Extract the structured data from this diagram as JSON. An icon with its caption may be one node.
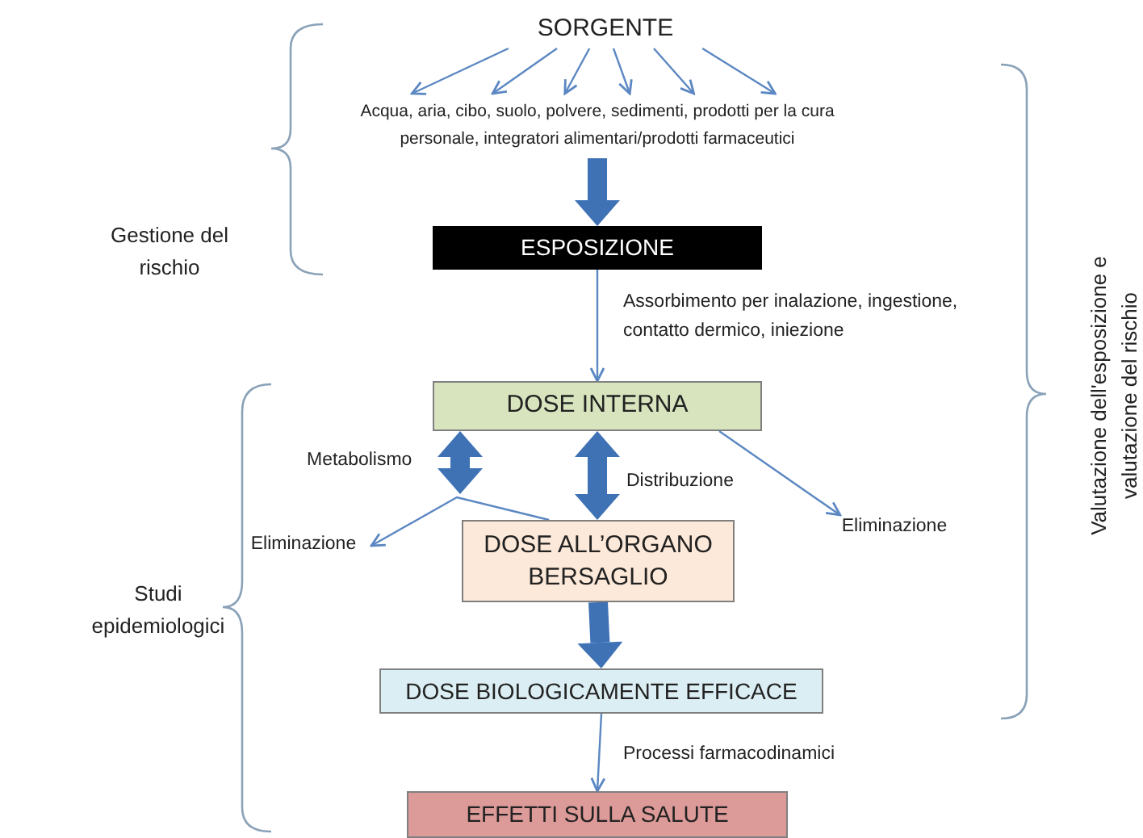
{
  "diagram": {
    "nodes": [
      {
        "text": [
          "SORGENTE"
        ]
      },
      {
        "text": [
          "Acqua, aria, cibo, suolo, polvere, sedimenti, prodotti per la cura personale, integratori alimentari/prodotti farmaceutici"
        ]
      },
      {
        "text": [
          "ESPOSIZIONE"
        ]
      },
      {
        "text": [
          "DOSE INTERNA"
        ]
      },
      {
        "text": [
          "DOSE ALL’ORGANO BERSAGLIO"
        ]
      },
      {
        "text": [
          "DOSE BIOLOGICAMENTE EFFICACE"
        ]
      },
      {
        "text": [
          "EFFETTI SULLA SALUTE"
        ]
      },
      {
        "text": [
          "Eliminazione"
        ]
      },
      {
        "text": [
          "Eliminazione"
        ]
      }
    ],
    "edges": [
      {
        "from": 0,
        "to": 1,
        "arrow": "to"
      },
      {
        "from": 0,
        "to": 1,
        "arrow": "to"
      },
      {
        "from": 0,
        "to": 1,
        "arrow": "to"
      },
      {
        "from": 0,
        "to": 1,
        "arrow": "to"
      },
      {
        "from": 0,
        "to": 1,
        "arrow": "to"
      },
      {
        "from": 0,
        "to": 1,
        "arrow": "to"
      },
      {
        "from": 1,
        "to": 2,
        "arrow": "to",
        "style": "thick"
      },
      {
        "from": 2,
        "to": 3,
        "arrow": "to",
        "label": "Assorbimento per inalazione, ingestione, contatto dermico, iniezione"
      },
      {
        "from": null,
        "to": 3,
        "arrow": "both",
        "style": "thick",
        "label": "Metabolismo"
      },
      {
        "from": 3,
        "to": 4,
        "arrow": "both",
        "style": "thick",
        "label": "Distribuzione"
      },
      {
        "from": 4,
        "to": 7,
        "arrow": "to"
      },
      {
        "from": 3,
        "to": 8,
        "arrow": "to"
      },
      {
        "from": 4,
        "to": 5,
        "arrow": "to",
        "style": "thick"
      },
      {
        "from": 5,
        "to": 6,
        "arrow": "to",
        "label": "Processi farmacodinamici"
      }
    ],
    "labels": [
      "Gestione del rischio",
      "Studi epidemiologici",
      "Valutazione dell'esposizione e valutazione del rischio"
    ]
  }
}
